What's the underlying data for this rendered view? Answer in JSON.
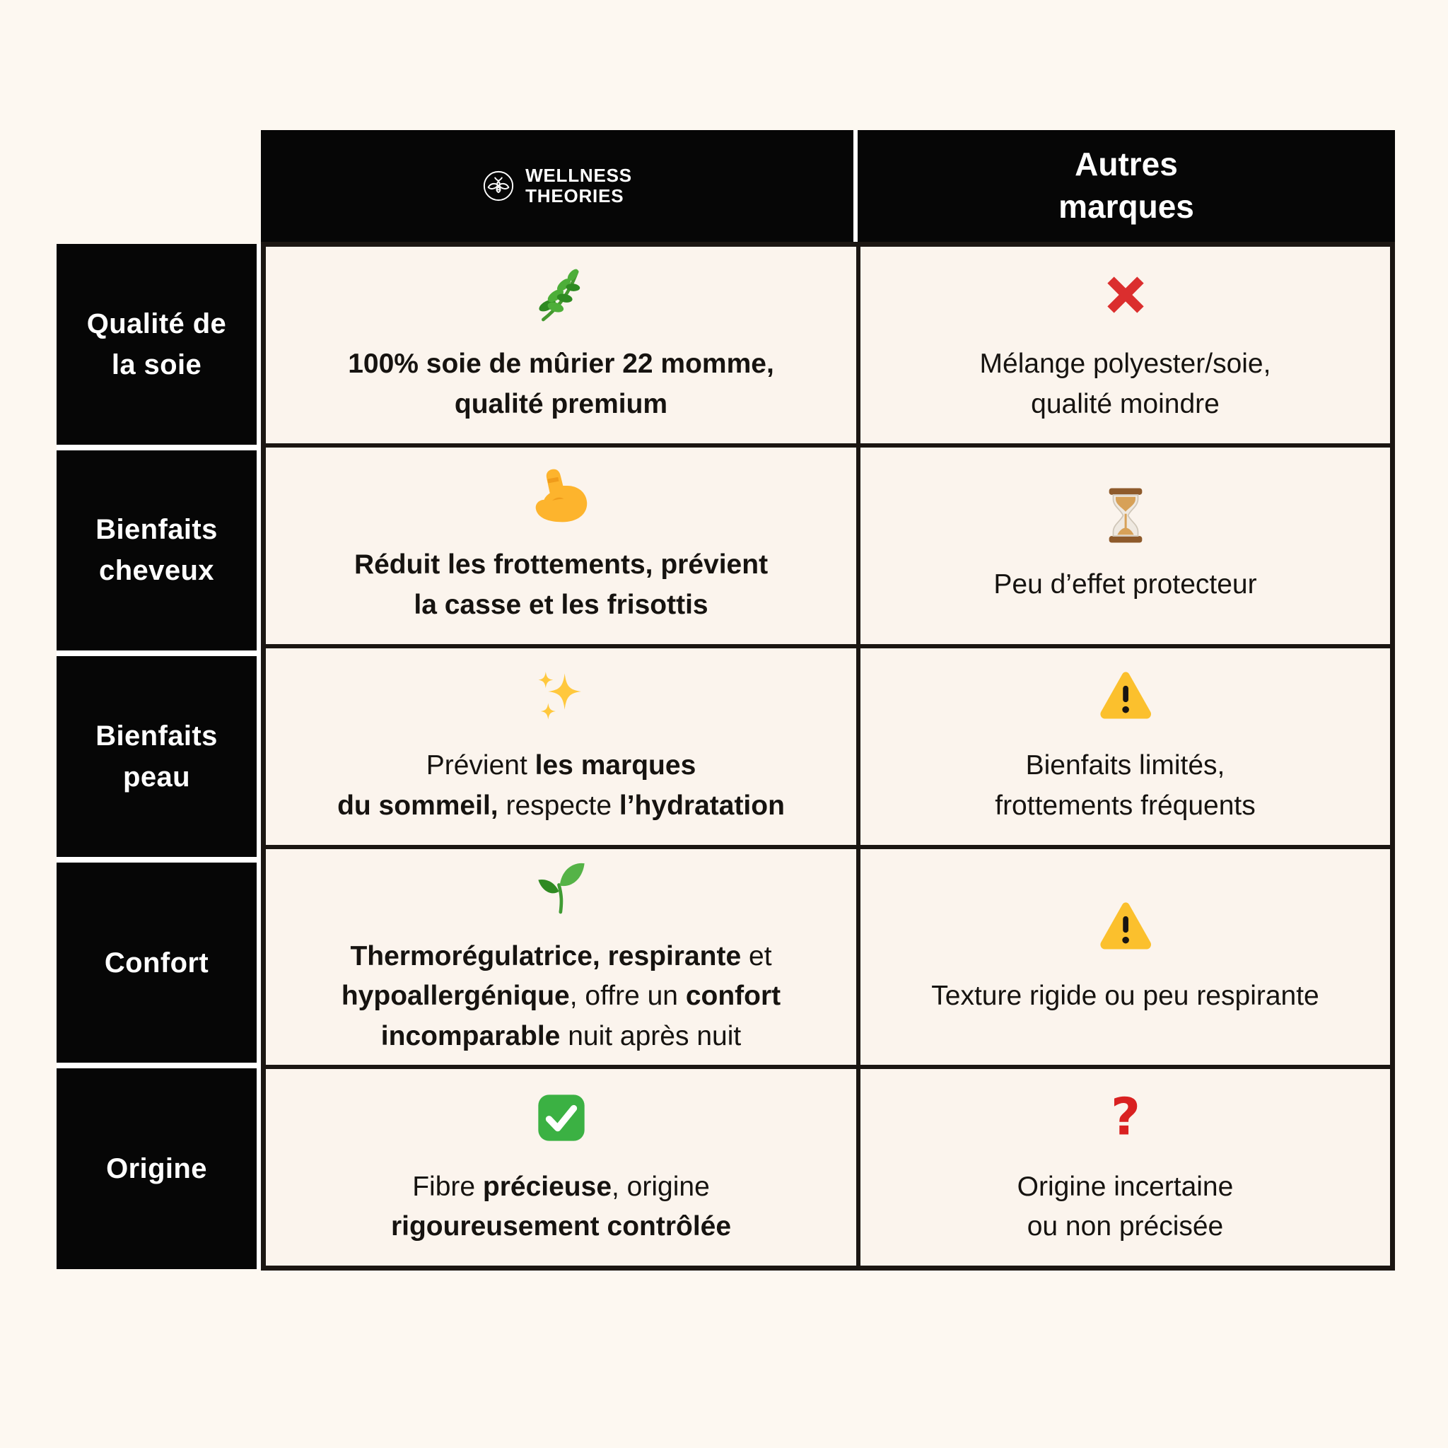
{
  "colors": {
    "page_background": "#FDF8F1",
    "cell_background": "#FBF4ED",
    "box_black": "#060606",
    "grid_line": "#1B1612",
    "cross_red": "#DB2E2E",
    "warning_yellow": "#FBC02D",
    "check_green": "#3BB143",
    "question_red": "#D92121"
  },
  "header": {
    "brand": {
      "logo_icon": "bee-logo-icon",
      "name_line1": "WELLNESS",
      "name_line2": "THEORIES"
    },
    "competitor": {
      "title": "Autres\nmarques"
    }
  },
  "table": {
    "rows": [
      {
        "label": "Qualité de\nla soie",
        "brand": {
          "icon": "herb-icon",
          "emoji": "🌿",
          "parts": [
            {
              "text": "100% soie de mûrier 22 momme,\nqualité premium",
              "bold": true
            }
          ]
        },
        "others": {
          "icon": "cross-mark-icon",
          "emoji": "❌",
          "parts": [
            {
              "text": "Mélange polyester/soie,\nqualité moindre",
              "bold": false
            }
          ]
        }
      },
      {
        "label": "Bienfaits\ncheveux",
        "brand": {
          "icon": "flexed-biceps-icon",
          "emoji": "💪",
          "parts": [
            {
              "text": "Réduit les frottements, prévient\nla casse et les frisottis",
              "bold": true
            }
          ]
        },
        "others": {
          "icon": "hourglass-icon",
          "emoji": "⏳",
          "parts": [
            {
              "text": "Peu d’effet protecteur",
              "bold": false
            }
          ]
        }
      },
      {
        "label": "Bienfaits\npeau",
        "brand": {
          "icon": "sparkles-icon",
          "emoji": "✨",
          "parts": [
            {
              "text": "Prévient ",
              "bold": false
            },
            {
              "text": "les marques\ndu sommeil,",
              "bold": true
            },
            {
              "text": " respecte ",
              "bold": false
            },
            {
              "text": "l’hydratation",
              "bold": true
            }
          ]
        },
        "others": {
          "icon": "warning-icon",
          "emoji": "⚠️",
          "parts": [
            {
              "text": "Bienfaits limités,\nfrottements fréquents",
              "bold": false
            }
          ]
        }
      },
      {
        "label": "Confort",
        "brand": {
          "icon": "seedling-icon",
          "emoji": "🌱",
          "parts": [
            {
              "text": "Thermorégulatrice,",
              "bold": true
            },
            {
              "text": " ",
              "bold": false
            },
            {
              "text": "respirante",
              "bold": true
            },
            {
              "text": " et\n",
              "bold": false
            },
            {
              "text": "hypoallergénique",
              "bold": true
            },
            {
              "text": ", offre un ",
              "bold": false
            },
            {
              "text": "confort\nincomparable",
              "bold": true
            },
            {
              "text": " nuit après nuit",
              "bold": false
            }
          ]
        },
        "others": {
          "icon": "warning-icon",
          "emoji": "⚠️",
          "parts": [
            {
              "text": "Texture rigide ou peu respirante",
              "bold": false
            }
          ]
        }
      },
      {
        "label": "Origine",
        "brand": {
          "icon": "check-mark-icon",
          "emoji": "✅",
          "parts": [
            {
              "text": "Fibre ",
              "bold": false
            },
            {
              "text": "précieuse",
              "bold": true
            },
            {
              "text": ", origine\n",
              "bold": false
            },
            {
              "text": "rigoureusement contrôlée",
              "bold": true
            }
          ]
        },
        "others": {
          "icon": "red-question-icon",
          "emoji": "❓",
          "parts": [
            {
              "text": "Origine incertaine\nou non précisée",
              "bold": false
            }
          ]
        }
      }
    ]
  }
}
